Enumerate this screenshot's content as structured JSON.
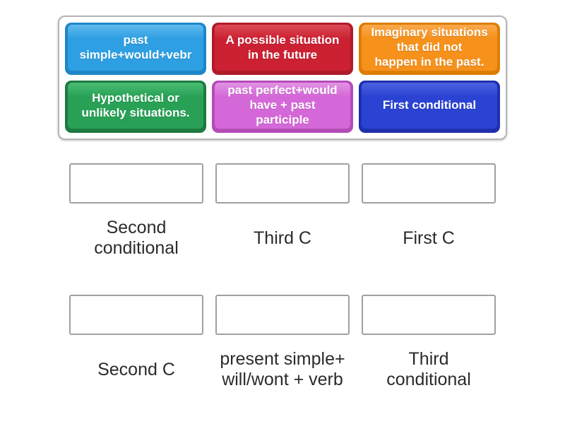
{
  "page": {
    "background": "#ffffff"
  },
  "tray": {
    "border_color": "#b6b6b6",
    "tiles": [
      {
        "label": "past\nsimple+would+vebr",
        "color_name": "light-blue",
        "colors": {
          "face": "#2d9fe2",
          "edge": "#1e86c8",
          "highlight": "#62bbee"
        }
      },
      {
        "label": "A possible situation\nin the future",
        "color_name": "crimson",
        "colors": {
          "face": "#cc2132",
          "edge": "#b01b2b",
          "highlight": "#db4a55"
        }
      },
      {
        "label": "Imaginary situations\nthat did not\nhappen in the past.",
        "color_name": "orange",
        "colors": {
          "face": "#f6911c",
          "edge": "#dd7d06",
          "highlight": "#f9a94d"
        }
      },
      {
        "label": "Hypothetical or\nunlikely situations.",
        "color_name": "green",
        "colors": {
          "face": "#28a156",
          "edge": "#1d7a40",
          "highlight": "#4abd75"
        }
      },
      {
        "label": "past perfect+would\nhave + past\nparticiple",
        "color_name": "orchid",
        "colors": {
          "face": "#d568d8",
          "edge": "#b44cb8",
          "highlight": "#e292e4"
        }
      },
      {
        "label": "First conditional",
        "color_name": "royal-blue",
        "colors": {
          "face": "#2b43d3",
          "edge": "#1f2fae",
          "highlight": "#4a62dd"
        }
      }
    ]
  },
  "answer_slots": [
    {
      "label": "Second\nconditional"
    },
    {
      "label": "Third C"
    },
    {
      "label": "First C"
    },
    {
      "label": "Second C"
    },
    {
      "label": "present simple+\nwill/wont + verb"
    },
    {
      "label": "Third\nconditional"
    }
  ]
}
